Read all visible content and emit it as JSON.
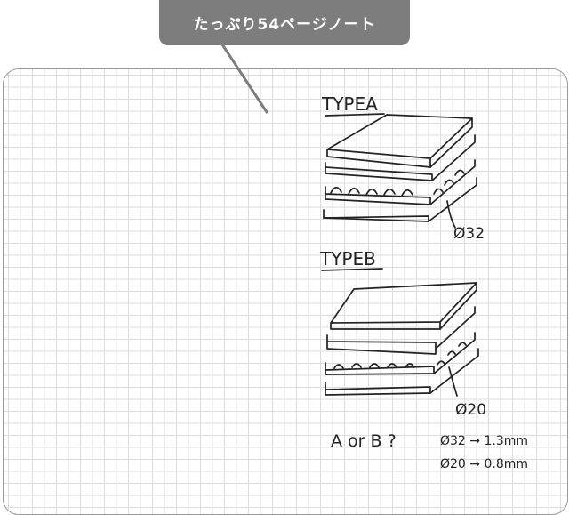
{
  "callout": {
    "label": "たっぷり54ページノート"
  },
  "diagram": {
    "type_a": {
      "label": "TYPEA",
      "ring_label": "Ø32"
    },
    "type_b": {
      "label": "TYPEB",
      "ring_label": "Ø20"
    },
    "question": "A or B ?",
    "notes": [
      "Ø32 → 1.3mm",
      "Ø20 → 0.8mm"
    ]
  },
  "colors": {
    "callout_bg": "#7d7d7d",
    "ink": "#222222",
    "grid": "#dcdcdc"
  }
}
